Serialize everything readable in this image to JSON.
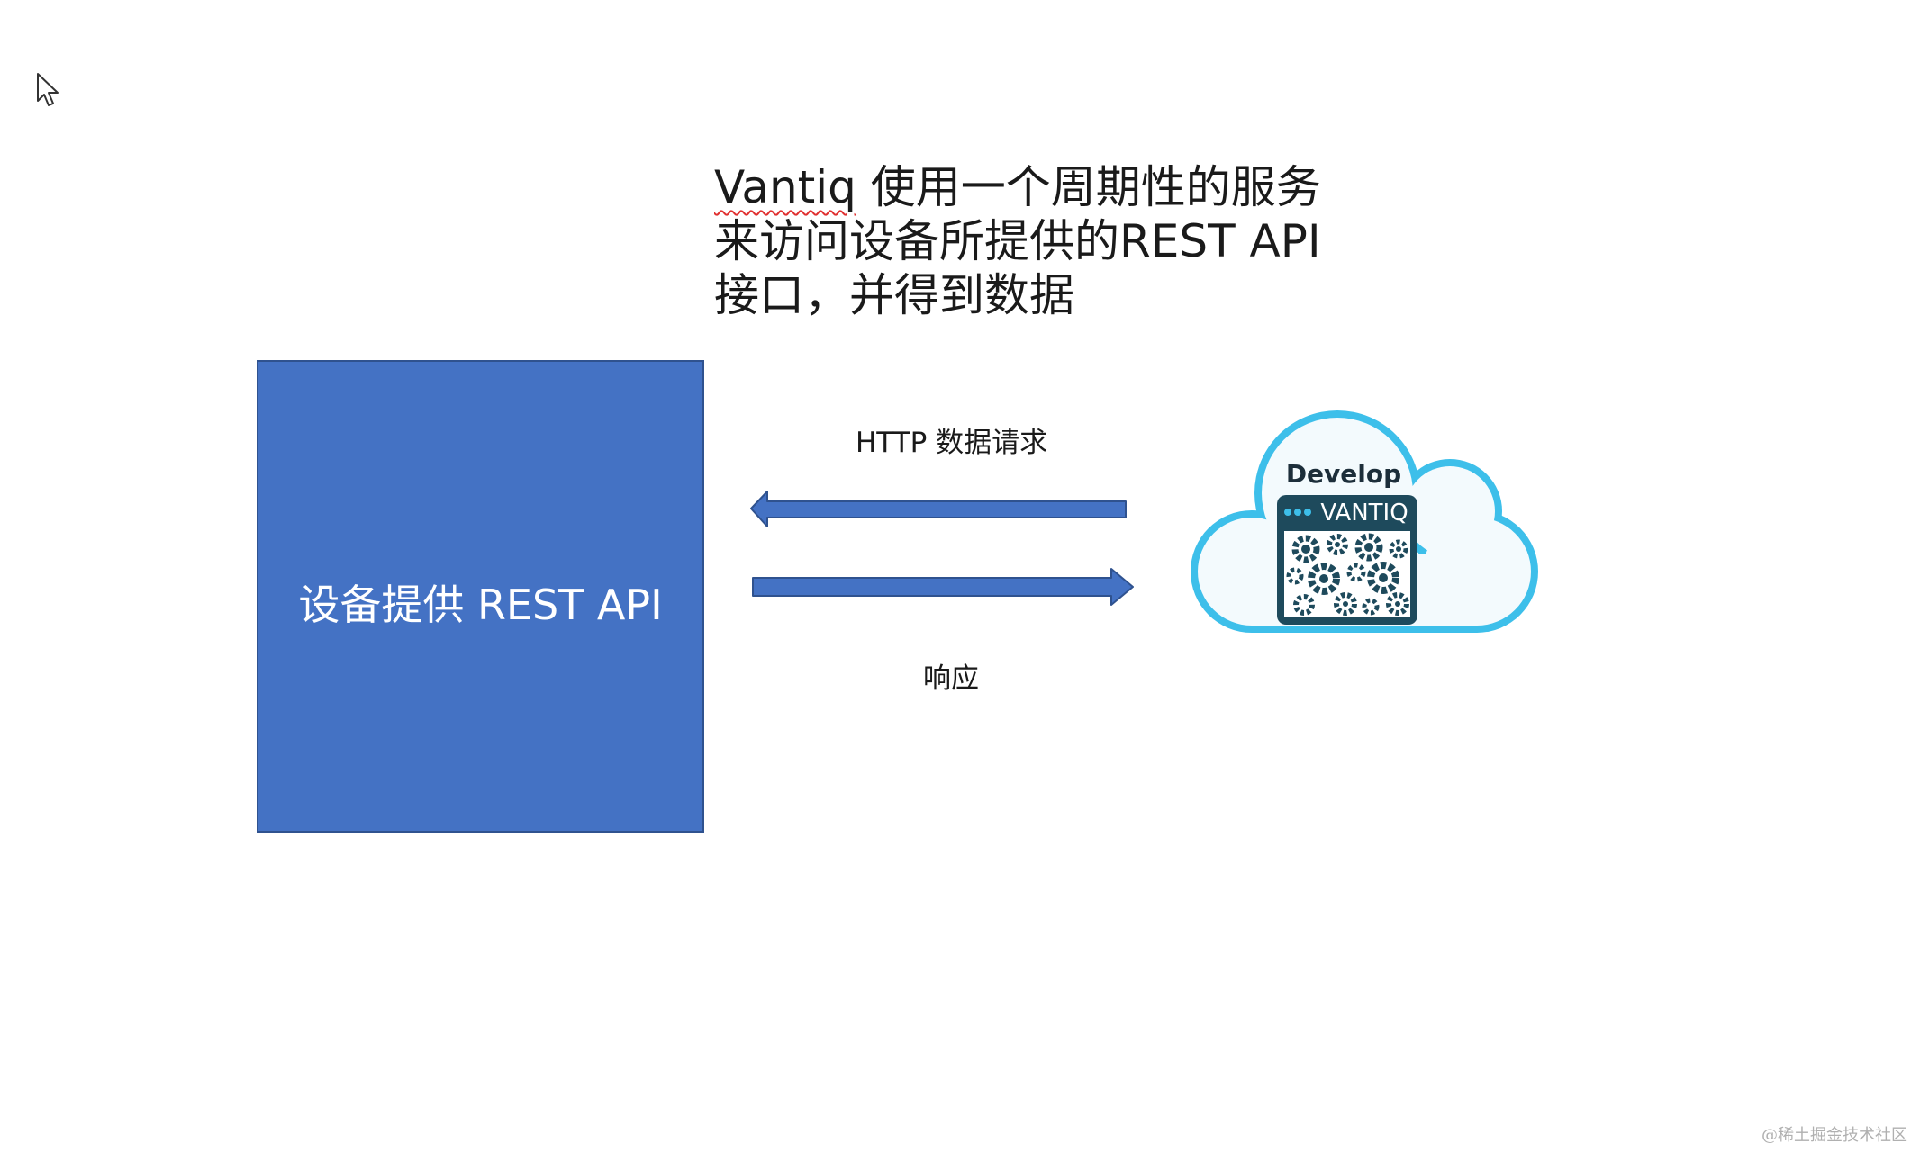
{
  "title": {
    "word": "Vantiq",
    "line1_rest": " 使用一个周期性的服务",
    "line2": "来访问设备所提供的REST API",
    "line3": "接口，并得到数据"
  },
  "device_box": {
    "label": "设备提供 REST API",
    "fill": "#4472c4",
    "border": "#2f528f"
  },
  "arrows": {
    "request_label": "HTTP 数据请求",
    "response_label": "响应",
    "color": "#4472c4"
  },
  "cloud": {
    "label": "Develop",
    "logo_text": "VANTIQ",
    "outline_color": "#3dbfea",
    "panel_color": "#1e4a5c",
    "icon": "gears-icon"
  },
  "watermark": "@稀土掘金技术社区"
}
